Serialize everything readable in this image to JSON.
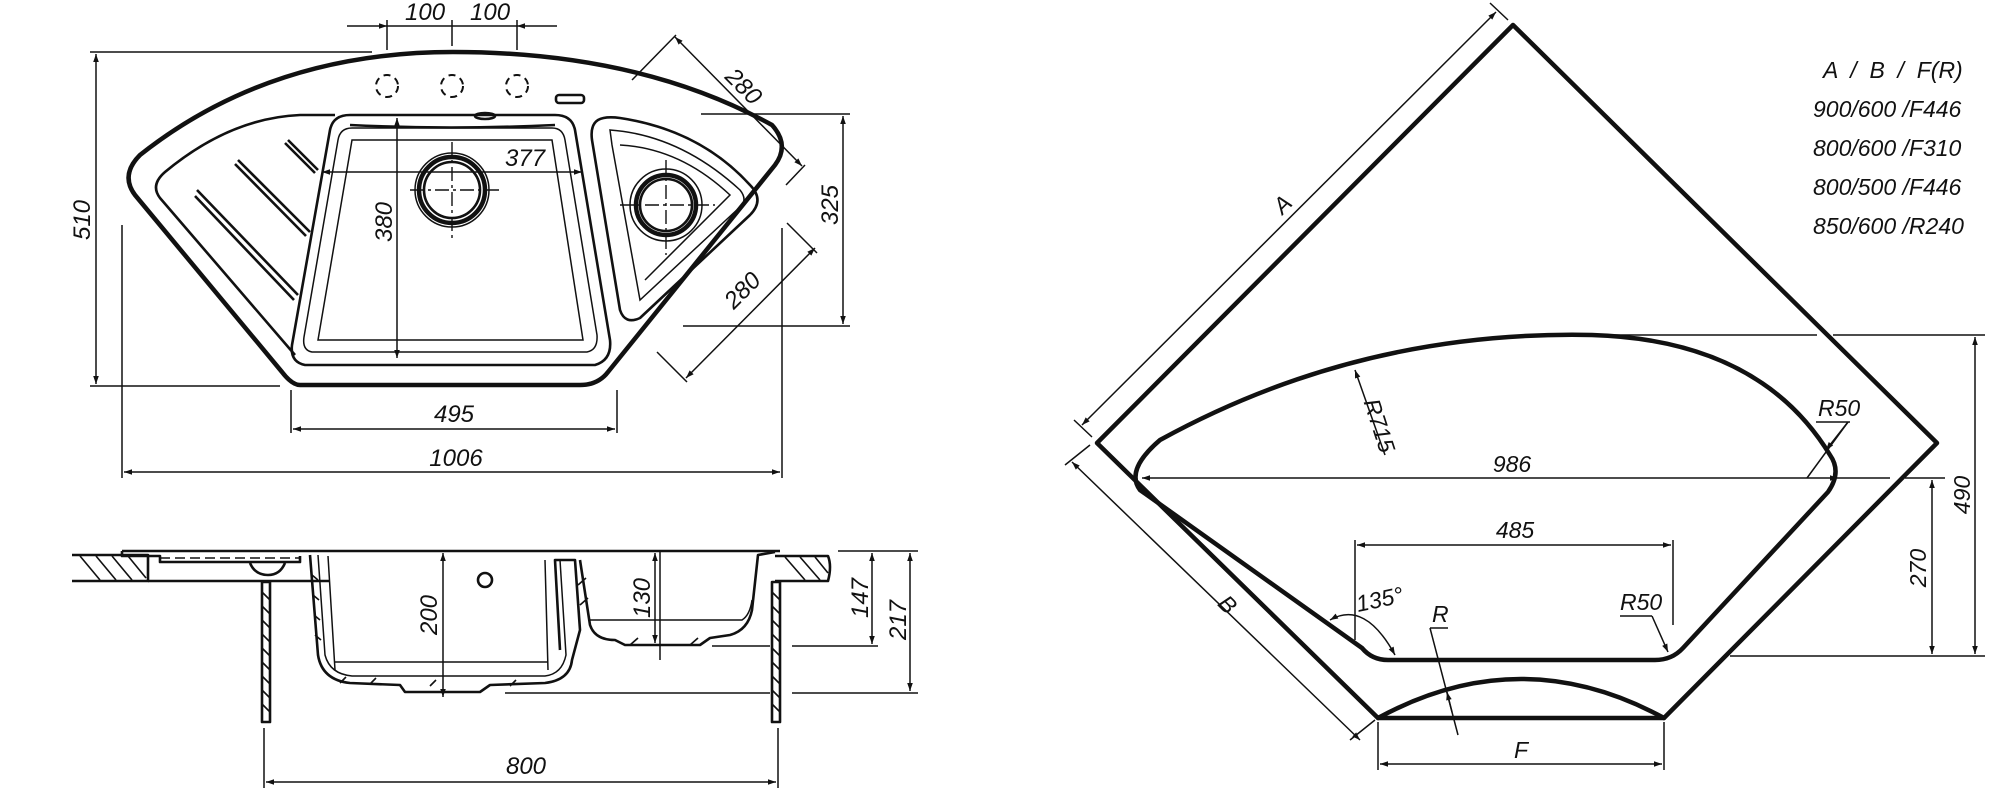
{
  "plan_view": {
    "dims": {
      "tap_spacing_left": "100",
      "tap_spacing_right": "100",
      "overall_depth": "510",
      "main_bowl_width": "377",
      "main_bowl_length": "380",
      "diag_top": "280",
      "diag_bottom": "280",
      "right_depth": "325",
      "front_width": "495",
      "overall_width": "1006"
    }
  },
  "section_view": {
    "dims": {
      "main_bowl_depth": "200",
      "small_bowl_depth": "130",
      "depth_147": "147",
      "depth_217": "217",
      "cabinet_width": "800"
    }
  },
  "cutout_view": {
    "labels": {
      "side_a": "A",
      "side_b": "B",
      "front_f": "F",
      "radius_r": "R",
      "arc_radius": "R715",
      "corner_radius_right": "R50",
      "corner_radius_bottom": "R50",
      "angle": "135°",
      "cutout_width": "986",
      "bottom_width": "485",
      "height_490": "490",
      "height_270": "270"
    },
    "table": {
      "header": "A  /  B  /  F(R)",
      "rows": [
        "900/600 /F446",
        "800/600 /F310",
        "800/500 /F446",
        "850/600 /R240"
      ]
    }
  }
}
